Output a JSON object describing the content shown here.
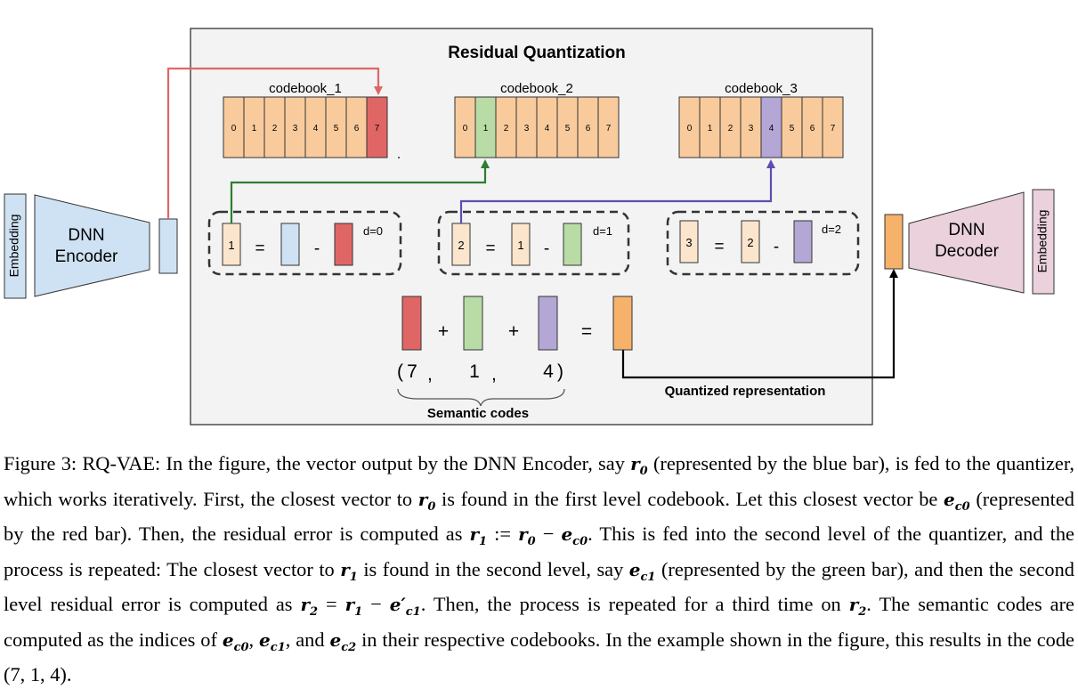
{
  "title": "Residual Quantization",
  "encoder": {
    "embedding_label": "Embedding",
    "label_line1": "DNN",
    "label_line2": "Encoder"
  },
  "decoder": {
    "embedding_label": "Embedding",
    "label_line1": "DNN",
    "label_line2": "Decoder"
  },
  "codebooks": [
    {
      "name": "codebook_1",
      "indices": [
        "0",
        "1",
        "2",
        "3",
        "4",
        "5",
        "6",
        "7"
      ],
      "selected": 7,
      "selected_color": "#e06666"
    },
    {
      "name": "codebook_2",
      "indices": [
        "0",
        "1",
        "2",
        "3",
        "4",
        "5",
        "6",
        "7"
      ],
      "selected": 1,
      "selected_color": "#b9dca6"
    },
    {
      "name": "codebook_3",
      "indices": [
        "0",
        "1",
        "2",
        "3",
        "4",
        "5",
        "6",
        "7"
      ],
      "selected": 4,
      "selected_color": "#b4a7d6"
    }
  ],
  "residual_steps": [
    {
      "lhs": "1",
      "rhs": "",
      "depth": "d=0"
    },
    {
      "lhs": "2",
      "rhs": "1",
      "depth": "d=1"
    },
    {
      "lhs": "3",
      "rhs": "2",
      "depth": "d=2"
    }
  ],
  "operators": {
    "equals": "=",
    "minus": "-",
    "plus": "+"
  },
  "sum": {
    "open_paren": "(",
    "code_1": "7",
    "code_2": "1",
    "code_3": "4",
    "sep": ",",
    "close_paren": ")"
  },
  "semantic_codes_label": "Semantic codes",
  "quantized_label": "Quantized representation",
  "colors": {
    "cell_fill": "#f9cb9c",
    "encoder_blue": "#cfe2f3",
    "decoder_pink": "#ead1dc",
    "red": "#e06666",
    "green": "#b9dca6",
    "purple": "#b4a7d6",
    "orange": "#f6b26b",
    "arrow_red": "#e06666",
    "arrow_green": "#2e7d32",
    "arrow_purple": "#5e4db2"
  },
  "caption": {
    "fig_label": "Figure 3:",
    "p1": " RQ-VAE: In the figure, the vector output by the DNN Encoder, say ",
    "r0": "r",
    "r0_sub": "0",
    "p2": " (represented by the blue bar), is fed to the quantizer, which works iteratively. First, the closest vector to ",
    "p3": " is found in the first level codebook. Let this closest vector be ",
    "e": "e",
    "ec0_sub": "c0",
    "p4": " (represented by the red bar). Then, the residual error is computed as ",
    "r1": "r",
    "r1_sub": "1",
    "assign": " := ",
    "minus": " − ",
    "p5": ". This is fed into the second level of the quantizer, and the process is repeated: The closest vector to ",
    "p6": " is found in the second level, say ",
    "ec1_sub": "c1",
    "p7": " (represented by the green bar), and then the second level residual error is computed as ",
    "r2": "r",
    "r2_sub": "2",
    "eq": " = ",
    "eprime": "e′",
    "p8": ". Then, the process is repeated for a third time on ",
    "p9": ". The semantic codes are computed as the indices of ",
    "comma": ", ",
    "and": ", and ",
    "ec2_sub": "c2",
    "p10": " in their respective codebooks. In the example shown in the figure, this results in the code ",
    "code": "(7, 1, 4)",
    "end": "."
  }
}
